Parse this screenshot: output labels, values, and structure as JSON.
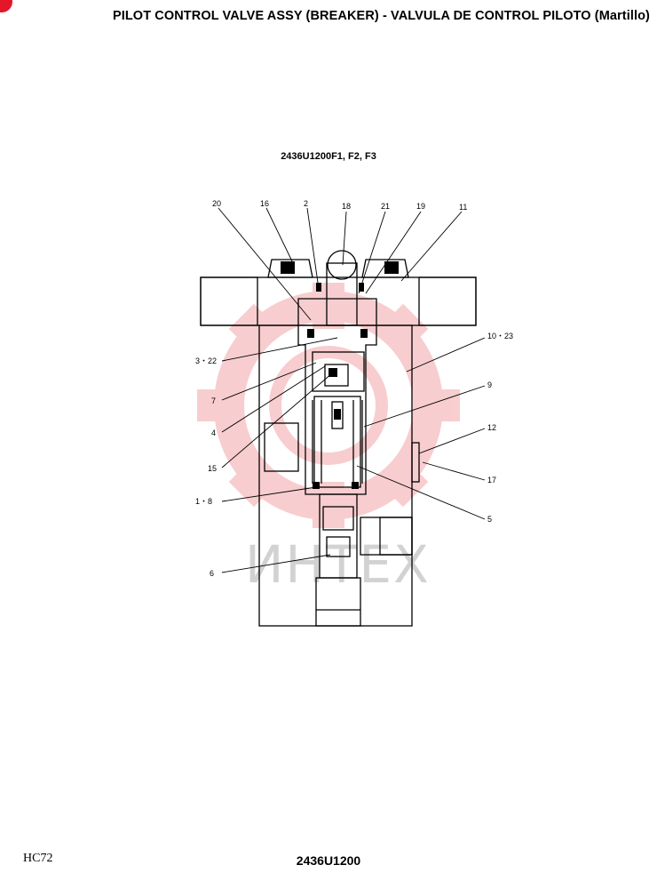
{
  "header": {
    "title": "PILOT CONTROL VALVE ASSY (BREAKER) - VALVULA DE CONTROL PILOTO (Martillo)"
  },
  "diagram": {
    "part_code": "2436U1200F1, F2, F3",
    "watermark": "ИНТЕХ",
    "labels": {
      "l20": "20",
      "l16": "16",
      "l2": "2",
      "l18": "18",
      "l21": "21",
      "l19": "19",
      "l11": "11",
      "l10_23": "10・23",
      "l3_22": "3・22",
      "l7": "7",
      "l9": "9",
      "l4": "4",
      "l12": "12",
      "l15": "15",
      "l17": "17",
      "l1_8": "1・8",
      "l5": "5",
      "l6": "6"
    }
  },
  "footer": {
    "page_ref": "HC72",
    "drawing_number": "2436U1200"
  },
  "colors": {
    "watermark": "#f3a5a8",
    "corner_mark": "#e3162a"
  }
}
